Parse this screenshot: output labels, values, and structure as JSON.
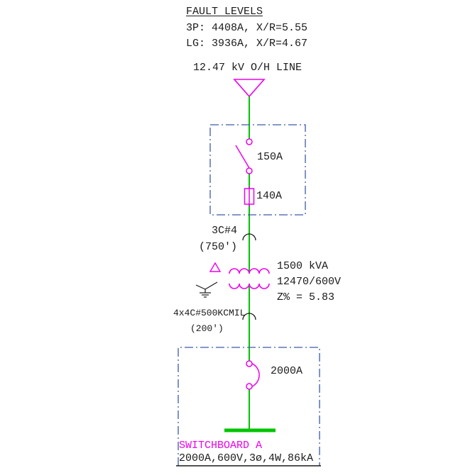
{
  "diagram": {
    "fault_levels": {
      "title": "FAULT LEVELS",
      "three_phase": "3P: 4408A, X/R=5.55",
      "line_ground": "LG: 3936A, X/R=4.67"
    },
    "utility_source": {
      "label": "12.47 kV O/H LINE"
    },
    "disconnect_switch": {
      "rating": "150A"
    },
    "fuse": {
      "rating": "140A"
    },
    "primary_feeder": {
      "conductor": "3C#4",
      "length": "(750')"
    },
    "transformer": {
      "rating": "1500 kVA",
      "voltage": "12470/600V",
      "impedance": "Z% = 5.83"
    },
    "secondary_feeder": {
      "conductor": "4x4C#500KCMIL",
      "length": "(200')"
    },
    "main_breaker": {
      "rating": "2000A"
    },
    "switchboard": {
      "name": "SWITCHBOARD A",
      "rating": "2000A,600V,3ø,4W,86kA"
    }
  },
  "colors": {
    "conductor_green": "#00c400",
    "symbol_magenta": "#ee00ee",
    "boundary_blue": "#3c5ba6",
    "text_black": "#1a1a1a"
  }
}
